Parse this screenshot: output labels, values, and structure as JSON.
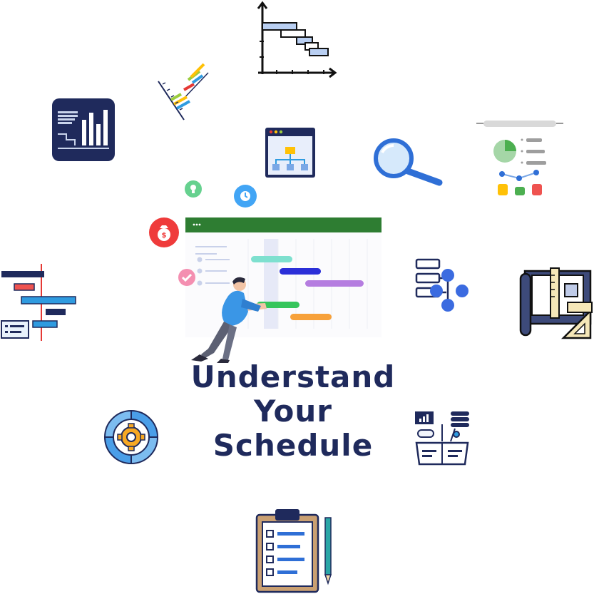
{
  "headline": {
    "line1": "Understand",
    "line2": "Your",
    "line3": "Schedule"
  },
  "icons": {
    "gantt_staircase": "gantt-chart-icon",
    "timeline_axis": "timeline-icon",
    "dashboard": "dashboard-icon",
    "org_window": "org-chart-window-icon",
    "magnifier": "magnifier-icon",
    "pie_report": "pie-chart-report-icon",
    "bulb": "lightbulb-icon",
    "clock": "clock-icon",
    "money": "money-bag-icon",
    "check": "check-icon",
    "gantt_bars": "gantt-bars-icon",
    "flowchart": "flowchart-icon",
    "blueprint": "blueprint-tools-icon",
    "cycle_gear": "cycle-gear-icon",
    "data_box": "data-box-icon",
    "clipboard": "clipboard-checklist-icon"
  },
  "colors": {
    "navy": "#1f2a5c",
    "header_green": "#2e7d32",
    "accent_blue": "#2f6fd6"
  }
}
